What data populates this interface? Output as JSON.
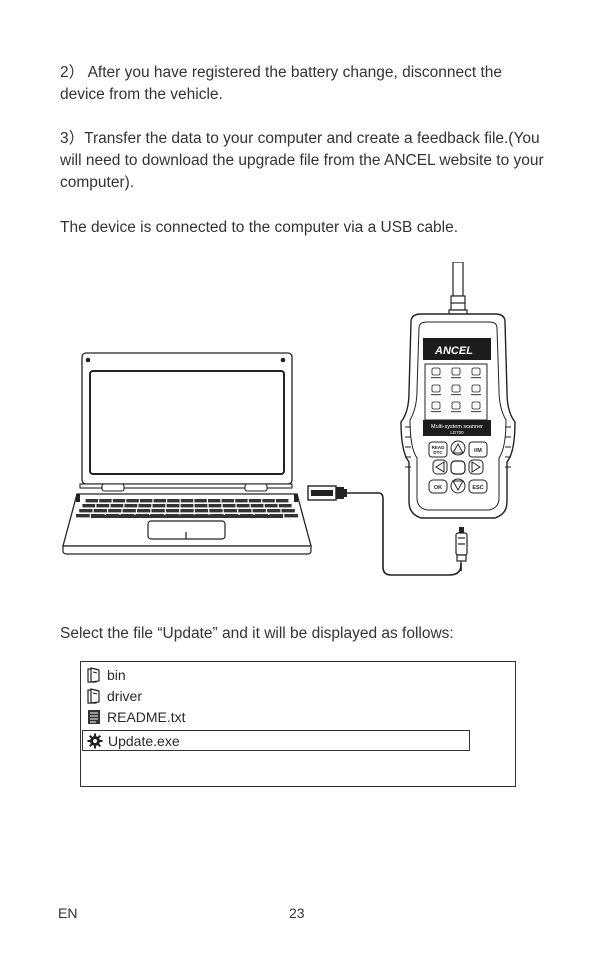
{
  "instructions": {
    "step2": "2） After you have registered the battery change, disconnect the device from the vehicle.",
    "step3": "3）Transfer the data to your computer and create a feedback file.(You will need to download the upgrade file from the ANCEL website to your computer).",
    "connection_note": "The device is connected to the computer via a USB cable.",
    "select_note": "Select the file “Update” and it will be displayed as follows:"
  },
  "device": {
    "brand": "ANCEL",
    "model": "LD700",
    "tagline": "Multi-system scanner",
    "buttons": {
      "read_dtc": "READ DTC",
      "im": "I/M",
      "ok": "OK",
      "esc": "ESC"
    }
  },
  "file_list": {
    "items": [
      {
        "name": "bin",
        "icon": "folder-icon"
      },
      {
        "name": "driver",
        "icon": "folder-icon"
      },
      {
        "name": "README.txt",
        "icon": "text-file-icon"
      },
      {
        "name": "Update.exe",
        "icon": "gear-icon",
        "selected": true
      }
    ]
  },
  "footer": {
    "language": "EN",
    "page_number": "23"
  }
}
